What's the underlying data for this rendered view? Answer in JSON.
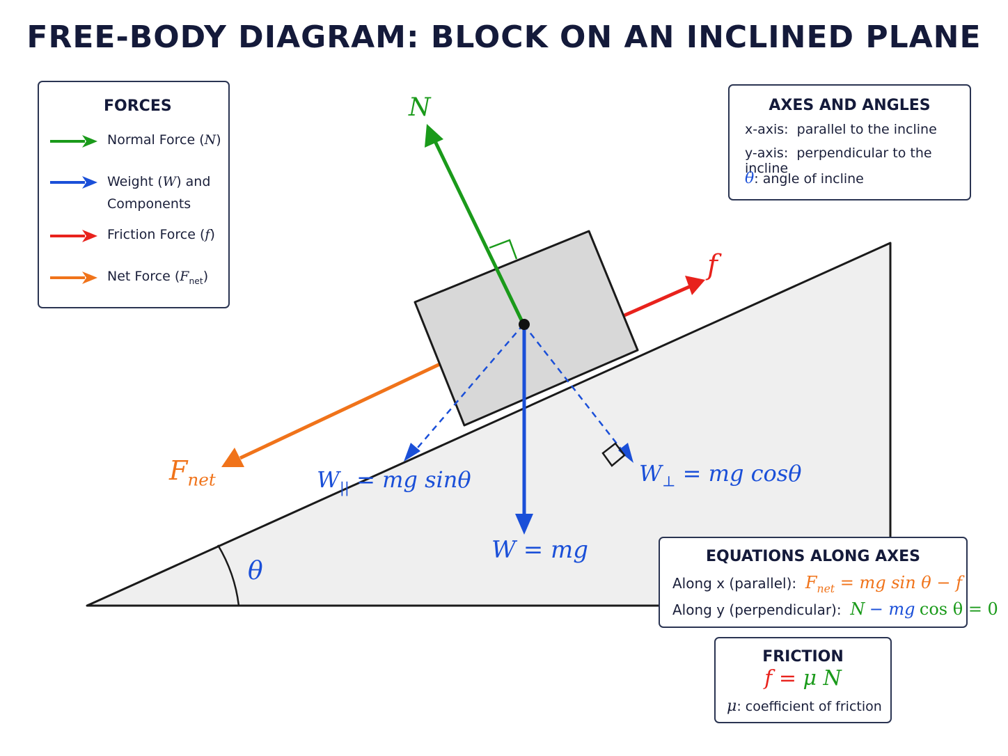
{
  "title": "FREE-BODY DIAGRAM: BLOCK ON AN INCLINED PLANE",
  "colors": {
    "normal": "#1a9a1a",
    "weight": "#1a4fd8",
    "friction": "#e8221c",
    "net": "#f0731a"
  },
  "forces_legend": {
    "title": "FORCES",
    "items": [
      {
        "label": "Normal Force (",
        "symbol": "N",
        "suffix": ")",
        "color": "#1a9a1a"
      },
      {
        "label": "Weight (",
        "symbol": "W",
        "suffix": ") and",
        "line2": "Components",
        "color": "#1a4fd8"
      },
      {
        "label": "Friction Force (",
        "symbol": "f",
        "suffix": ")",
        "color": "#e8221c"
      },
      {
        "label": "Net Force (",
        "symbol": "F",
        "sub": "net",
        "suffix": ")",
        "color": "#f0731a"
      }
    ]
  },
  "axes_box": {
    "title": "AXES AND ANGLES",
    "x_axis": {
      "name": "x-axis:",
      "desc": "parallel to the incline"
    },
    "y_axis": {
      "name": "y-axis:",
      "desc": "perpendicular to the incline"
    },
    "theta": {
      "name": "θ",
      "desc": ": angle of incline"
    }
  },
  "equations_box": {
    "title": "EQUATIONS ALONG AXES",
    "along_x": {
      "prefix": "Along x (parallel):",
      "lhs": "F",
      "lhs_sub": "net",
      "rhs": "= mg sin θ − f"
    },
    "along_y": {
      "prefix": "Along y (perpendicular):",
      "n_term": "N",
      "mid": "− mg",
      "cos_term": "cos θ = 0"
    }
  },
  "friction_box": {
    "title": "FRICTION",
    "f": "f",
    "eq": "=",
    "mu_n": "μ N",
    "mu": "μ",
    "mu_desc": ": coefficient of friction"
  },
  "diagram_labels": {
    "normal": "N",
    "friction": "f",
    "net": "F",
    "net_sub": "net",
    "w_parallel": "W",
    "w_parallel_sub": "||",
    "w_parallel_eq": "= mg sinθ",
    "w_perp": "W",
    "w_perp_sub": "⊥",
    "w_perp_eq": "= mg cosθ",
    "weight": "W = mg",
    "theta": "θ"
  }
}
